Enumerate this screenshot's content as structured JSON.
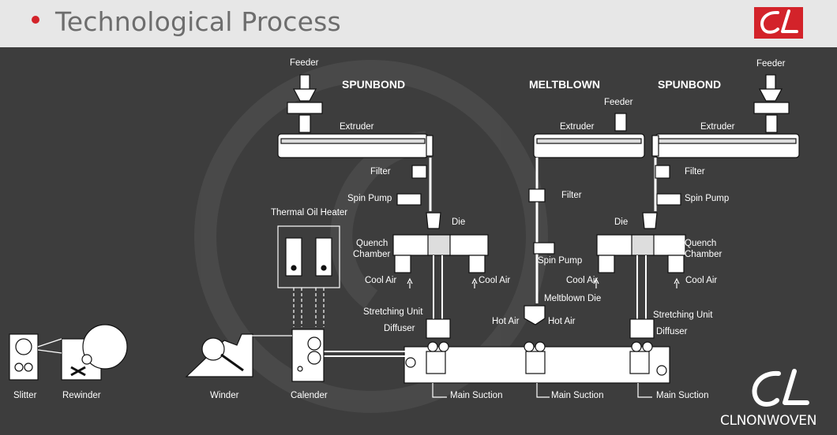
{
  "header": {
    "title": "Technological Process",
    "accent_color": "#d3232a",
    "logo_icon": "cl-logo-icon"
  },
  "sections": {
    "spunbond_left": "SPUNBOND",
    "meltblown": "MELTBLOWN",
    "spunbond_right": "SPUNBOND"
  },
  "labels": {
    "feeder_left": "Feeder",
    "feeder_mid": "Feeder",
    "feeder_right": "Feeder",
    "extruder_left": "Extruder",
    "extruder_mid": "Extruder",
    "extruder_right": "Extruder",
    "filter_left": "Filter",
    "filter_mid": "Filter",
    "filter_right": "Filter",
    "spin_pump_left": "Spin Pump",
    "spin_pump_mid": "Spin Pump",
    "spin_pump_right": "Spin Pump",
    "die_left": "Die",
    "die_right": "Die",
    "meltblown_die": "Meltblown Die",
    "quench_left_1": "Quench",
    "quench_left_2": "Chamber",
    "quench_right_1": "Quench",
    "quench_right_2": "Chamber",
    "cool_air_1": "Cool Air",
    "cool_air_2": "Cool Air",
    "cool_air_3": "Cool Air",
    "cool_air_4": "Cool Air",
    "hot_air_left": "Hot Air",
    "hot_air_right": "Hot Air",
    "stretching_left": "Stretching Unit",
    "stretching_right": "Stretching Unit",
    "diffuser_left": "Diffuser",
    "diffuser_right": "Diffuser",
    "thermal_oil_heater": "Thermal Oil Heater",
    "main_suction_1": "Main Suction",
    "main_suction_2": "Main Suction",
    "main_suction_3": "Main Suction",
    "slitter": "Slitter",
    "rewinder": "Rewinder",
    "winder": "Winder",
    "calender": "Calender"
  },
  "brand": {
    "name": "CLNONWOVEN",
    "logo_icon": "cl-logo-icon"
  }
}
